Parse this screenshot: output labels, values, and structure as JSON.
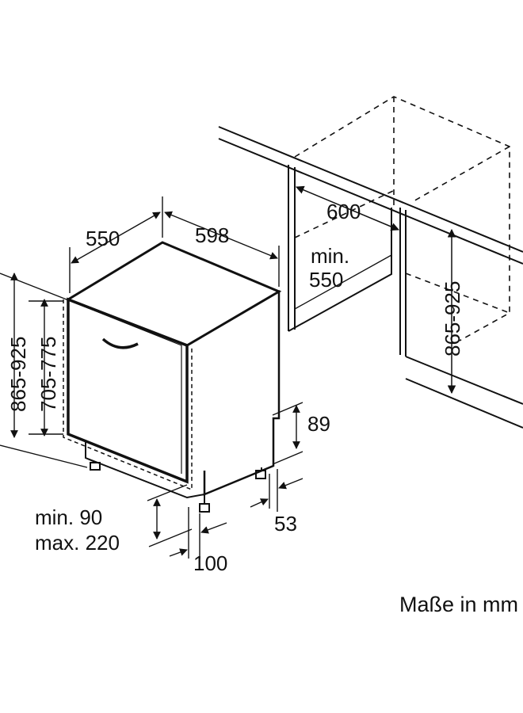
{
  "dimensions": {
    "depth_550": "550",
    "width_598": "598",
    "niche_width_600": "600",
    "niche_depth_min_label": "min.",
    "niche_depth_min_value": "550",
    "niche_height_range": "865-925",
    "appliance_height_range": "865-925",
    "door_height_range": "705-775",
    "plinth_height_89": "89",
    "plinth_setback_53": "53",
    "plinth_min": "min. 90",
    "plinth_max": "max. 220",
    "foot_offset_100": "100"
  },
  "units_note": "Maße in mm",
  "colors": {
    "line": "#111111",
    "background": "#ffffff"
  }
}
